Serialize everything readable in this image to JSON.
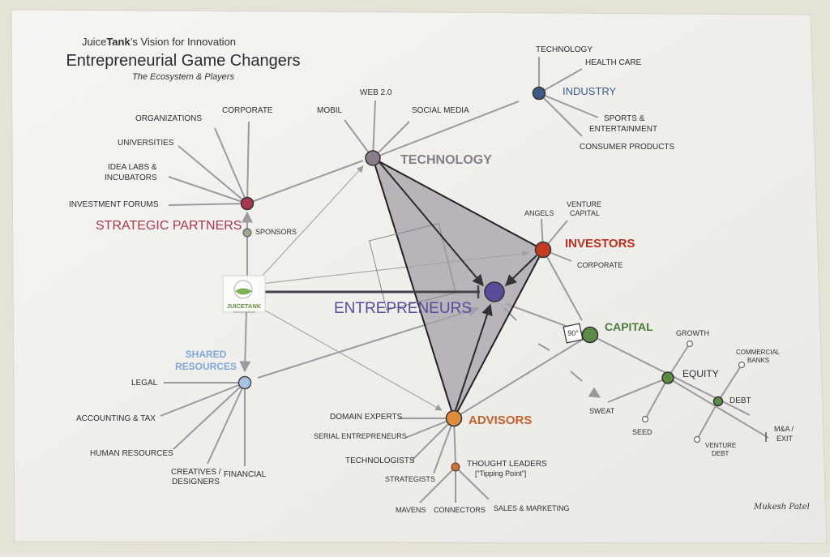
{
  "header": {
    "brand_prefix": "Juice",
    "brand_bold": "Tank",
    "brand_suffix": "’s Vision for Innovation",
    "title": "Entrepreneurial Game Changers",
    "subtitle": "The Ecosystem & Players"
  },
  "logo": {
    "name_line1": "JUICETANK",
    "tagline": "Juicing startups"
  },
  "center": {
    "label": "ENTREPRENEURS"
  },
  "technology": {
    "label": "TECHNOLOGY",
    "items": [
      "MOBIL",
      "WEB 2.0",
      "SOCIAL MEDIA"
    ]
  },
  "industry": {
    "label": "INDUSTRY",
    "items": [
      "TECHNOLOGY",
      "HEALTH CARE",
      "SPORTS &",
      "ENTERTAINMENT",
      "CONSUMER PRODUCTS"
    ]
  },
  "strategic": {
    "label": "STRATEGIC PARTNERS",
    "items": [
      "CORPORATE",
      "ORGANIZATIONS",
      "UNIVERSITIES",
      "IDEA LABS &",
      "INCUBATORS",
      "INVESTMENT FORUMS"
    ],
    "sponsors": "SPONSORS"
  },
  "investors": {
    "label": "INVESTORS",
    "items": [
      "ANGELS",
      "VENTURE",
      "CAPITAL",
      "CORPORATE"
    ]
  },
  "capital": {
    "label": "CAPITAL",
    "angle": "90°",
    "items": [
      "GROWTH",
      "EQUITY",
      "COMMERCIAL",
      "BANKS",
      "DEBT",
      "SWEAT",
      "SEED",
      "VENTURE",
      "DEBT",
      "M&A /",
      "EXIT"
    ]
  },
  "shared": {
    "label_line1": "SHARED",
    "label_line2": "RESOURCES",
    "items": [
      "LEGAL",
      "ACCOUNTING & TAX",
      "HUMAN RESOURCES",
      "CREATIVES /",
      "DESIGNERS",
      "FINANCIAL"
    ]
  },
  "advisors": {
    "label": "ADVISORS",
    "items": [
      "DOMAIN EXPERTS",
      "SERIAL ENTREPRENEURS",
      "TECHNOLOGISTS",
      "STRATEGISTS",
      "THOUGHT LEADERS",
      "[“Tipping Point”]",
      "MAVENS",
      "CONNECTORS",
      "SALES & MARKETING"
    ]
  },
  "signature": "Mukesh Patel",
  "colors": {
    "poster": "#f3f2ef",
    "technology": "#8a7d8a",
    "industry": "#3e5b86",
    "strategic": "#a6394f",
    "investors": "#b8301f",
    "capital": "#4d7a3b",
    "shared": "#7fa6d6",
    "advisors": "#c4622a",
    "entrepreneurs": "#5a4a9c"
  }
}
